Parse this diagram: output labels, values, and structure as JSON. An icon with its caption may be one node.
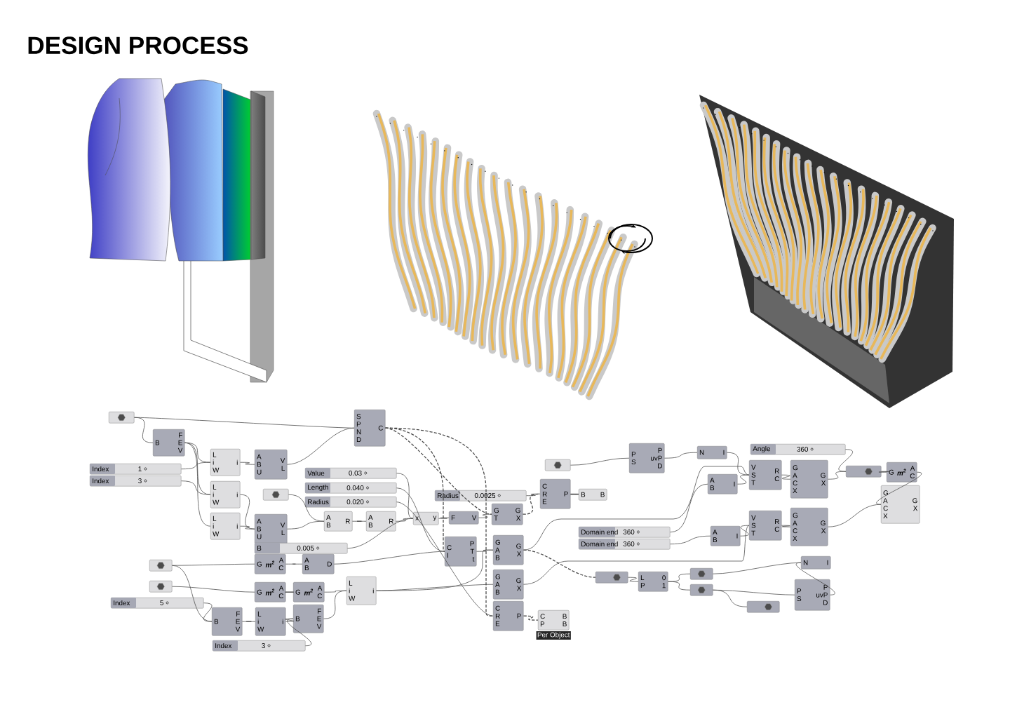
{
  "diagram": {
    "title": "DESIGN PROCESS",
    "nodes": [
      {
        "text": [],
        "shape": "box"
      },
      {
        "text": [
          "B",
          "F E V"
        ]
      },
      {
        "text": [
          "Index",
          "1"
        ]
      },
      {
        "text": [
          "Index",
          "3"
        ]
      },
      {
        "text": [
          "L i W",
          "i"
        ]
      },
      {
        "text": [
          "L i W",
          "i"
        ]
      },
      {
        "text": [
          "L i W",
          "i"
        ]
      },
      {
        "text": [
          "A B U",
          "V L"
        ]
      },
      {
        "text": [
          "A B U",
          "V L"
        ]
      },
      {
        "text": [
          "S P N D",
          "C"
        ]
      },
      {
        "text": [
          "Value",
          "0.03"
        ]
      },
      {
        "text": [
          "Length",
          "0.040"
        ]
      },
      {
        "text": [
          "Radius",
          "0.020"
        ]
      },
      {
        "text": [],
        "shape": "box"
      },
      {
        "text": [
          "A B",
          "R"
        ]
      },
      {
        "text": [
          "A B",
          "R"
        ]
      },
      {
        "text": [
          "B",
          "0.005"
        ]
      },
      {
        "text": [],
        "shape": "box"
      },
      {
        "text": [
          "G",
          "m$^{2}$",
          "A C"
        ]
      },
      {
        "text": [
          "A B",
          "D"
        ]
      },
      {
        "text": [],
        "shape": "box"
      },
      {
        "text": [
          "G",
          "m$^{2}$",
          "A C"
        ]
      },
      {
        "text": [
          "G",
          "m$^{2}$",
          "A C"
        ]
      },
      {
        "text": [
          "Index",
          "5"
        ]
      },
      {
        "text": [
          "B",
          "F E V"
        ]
      },
      {
        "text": [
          "L i W",
          "i"
        ]
      },
      {
        "text": [
          "B",
          "F E V"
        ]
      },
      {
        "text": [
          "Index",
          "3"
        ]
      },
      {
        "text": [
          "L i W",
          "i"
        ]
      },
      {
        "text": [
          "x",
          "y"
        ]
      },
      {
        "text": [
          "F",
          "V"
        ]
      },
      {
        "text": [
          "Radius",
          "0.0025"
        ]
      },
      {
        "text": [
          "G T",
          "G X"
        ]
      },
      {
        "text": [],
        "shape": "box"
      },
      {
        "text": [
          "C R E",
          "P"
        ]
      },
      {
        "text": [
          "B",
          "B"
        ]
      },
      {
        "text": [
          "C I",
          "P T t"
        ]
      },
      {
        "text": [
          "G A B",
          "G X"
        ]
      },
      {
        "text": [
          "G A B",
          "G X"
        ]
      },
      {
        "text": [
          "C R E",
          "P"
        ]
      },
      {
        "text": [
          "C P",
          "B B"
        ],
        "beside": [
          "Per Object"
        ]
      },
      {
        "text": [
          "P S",
          "P uvP D"
        ]
      },
      {
        "text": [
          "N",
          "I"
        ]
      },
      {
        "text": [
          "Angle",
          "360"
        ]
      },
      {
        "text": [
          "Domain end",
          "360"
        ]
      },
      {
        "text": [
          "Domain end",
          "360"
        ]
      },
      {
        "text": [
          "A B",
          "I"
        ]
      },
      {
        "text": [
          "A B",
          "I"
        ]
      },
      {
        "text": [
          "V S T",
          "R C"
        ]
      },
      {
        "text": [
          "V S T",
          "R C"
        ]
      },
      {
        "text": [
          "G A C X",
          "G X"
        ]
      },
      {
        "text": [
          "G A C X",
          "G X"
        ]
      },
      {
        "text": [],
        "shape": "box"
      },
      {
        "text": [
          "G",
          "m$^{2}$",
          "A C"
        ]
      },
      {
        "text": [
          "G A C X",
          "G X"
        ]
      },
      {
        "text": [
          "N",
          "I"
        ]
      },
      {
        "text": [],
        "shape": "box"
      },
      {
        "text": [
          "L P",
          "0 1"
        ]
      },
      {
        "text": [],
        "shape": "box"
      },
      {
        "text": [],
        "shape": "box"
      },
      {
        "text": [
          "P S",
          "P uvP D"
        ]
      },
      {
        "text": [],
        "shape": "box"
      }
    ],
    "edges": [
      {
        "from": 0,
        "to": 9,
        "arrow": "none"
      },
      {
        "from": 0,
        "to": 1,
        "arrow": "none"
      },
      {
        "from": 1,
        "to": 4,
        "arrow": "none"
      },
      {
        "from": 1,
        "to": 5,
        "arrow": "none"
      },
      {
        "from": 1,
        "to": 6,
        "arrow": "none"
      },
      {
        "from": 2,
        "to": 4,
        "arrow": "none"
      },
      {
        "from": 3,
        "to": 5,
        "arrow": "none"
      },
      {
        "from": 4,
        "to": 7,
        "arrow": "none"
      },
      {
        "from": 5,
        "to": 8,
        "arrow": "none"
      },
      {
        "from": 6,
        "to": 8,
        "arrow": "none"
      },
      {
        "from": 7,
        "to": 9,
        "arrow": "none"
      },
      {
        "from": 8,
        "to": 14,
        "arrow": "none"
      },
      {
        "from": 13,
        "to": 14,
        "arrow": "none"
      },
      {
        "from": 14,
        "to": 15,
        "arrow": "none"
      },
      {
        "from": 10,
        "to": 29,
        "arrow": "none"
      },
      {
        "from": 15,
        "to": 29,
        "arrow": "none"
      },
      {
        "from": 29,
        "to": 30,
        "arrow": "none"
      },
      {
        "from": 30,
        "to": 32,
        "arrow": "none"
      },
      {
        "from": 9,
        "to": 32,
        "arrow": "none",
        "style": "dashed"
      },
      {
        "from": 9,
        "to": 36,
        "arrow": "none",
        "style": "dashed"
      },
      {
        "from": 9,
        "to": 39,
        "arrow": "none",
        "style": "dashed"
      },
      {
        "from": 31,
        "to": 34,
        "arrow": "none"
      },
      {
        "from": 32,
        "to": 34,
        "arrow": "none",
        "style": "dashed"
      },
      {
        "from": 34,
        "to": 35,
        "arrow": "none"
      },
      {
        "from": 33,
        "to": 41,
        "arrow": "none"
      },
      {
        "from": 11,
        "to": 36,
        "arrow": "none"
      },
      {
        "from": 12,
        "to": 39,
        "arrow": "none"
      },
      {
        "from": 16,
        "to": 29,
        "arrow": "none"
      },
      {
        "from": 17,
        "to": 18,
        "arrow": "none"
      },
      {
        "from": 18,
        "to": 19,
        "arrow": "none"
      },
      {
        "from": 19,
        "to": 36,
        "arrow": "none"
      },
      {
        "from": 20,
        "to": 21,
        "arrow": "none"
      },
      {
        "from": 21,
        "to": 22,
        "arrow": "none"
      },
      {
        "from": 22,
        "to": 28,
        "arrow": "none"
      },
      {
        "from": 17,
        "to": 24,
        "arrow": "none"
      },
      {
        "from": 23,
        "to": 24,
        "arrow": "none"
      },
      {
        "from": 24,
        "to": 25,
        "arrow": "none"
      },
      {
        "from": 25,
        "to": 26,
        "arrow": "none"
      },
      {
        "from": 27,
        "to": 26,
        "arrow": "none"
      },
      {
        "from": 26,
        "to": 28,
        "arrow": "none"
      },
      {
        "from": 28,
        "to": 37,
        "arrow": "none"
      },
      {
        "from": 28,
        "to": 38,
        "arrow": "none"
      },
      {
        "from": 36,
        "to": 37,
        "arrow": "none"
      },
      {
        "from": 39,
        "to": 40,
        "arrow": "none",
        "style": "dashed"
      },
      {
        "from": 37,
        "to": 56,
        "arrow": "none",
        "style": "dashed"
      },
      {
        "from": 56,
        "to": 57,
        "arrow": "none"
      },
      {
        "from": 57,
        "to": 58,
        "arrow": "none"
      },
      {
        "from": 57,
        "to": 59,
        "arrow": "none"
      },
      {
        "from": 59,
        "to": 60,
        "arrow": "none"
      },
      {
        "from": 59,
        "to": 61,
        "arrow": "none"
      },
      {
        "from": 41,
        "to": 42,
        "arrow": "none"
      },
      {
        "from": 42,
        "to": 48,
        "arrow": "none"
      },
      {
        "from": 44,
        "to": 46,
        "arrow": "none"
      },
      {
        "from": 45,
        "to": 47,
        "arrow": "none"
      },
      {
        "from": 46,
        "to": 48,
        "arrow": "none"
      },
      {
        "from": 47,
        "to": 49,
        "arrow": "none"
      },
      {
        "from": 37,
        "to": 48,
        "arrow": "none"
      },
      {
        "from": 38,
        "to": 49,
        "arrow": "none"
      },
      {
        "from": 48,
        "to": 50,
        "arrow": "none"
      },
      {
        "from": 49,
        "to": 51,
        "arrow": "none"
      },
      {
        "from": 50,
        "to": 52,
        "arrow": "none"
      },
      {
        "from": 43,
        "to": 52,
        "arrow": "none"
      },
      {
        "from": 52,
        "to": 53,
        "arrow": "none"
      },
      {
        "from": 51,
        "to": 54,
        "arrow": "none"
      },
      {
        "from": 53,
        "to": 54,
        "arrow": "none"
      },
      {
        "from": 58,
        "to": 55,
        "arrow": "none"
      },
      {
        "from": 60,
        "to": 55,
        "arrow": "none"
      }
    ]
  }
}
